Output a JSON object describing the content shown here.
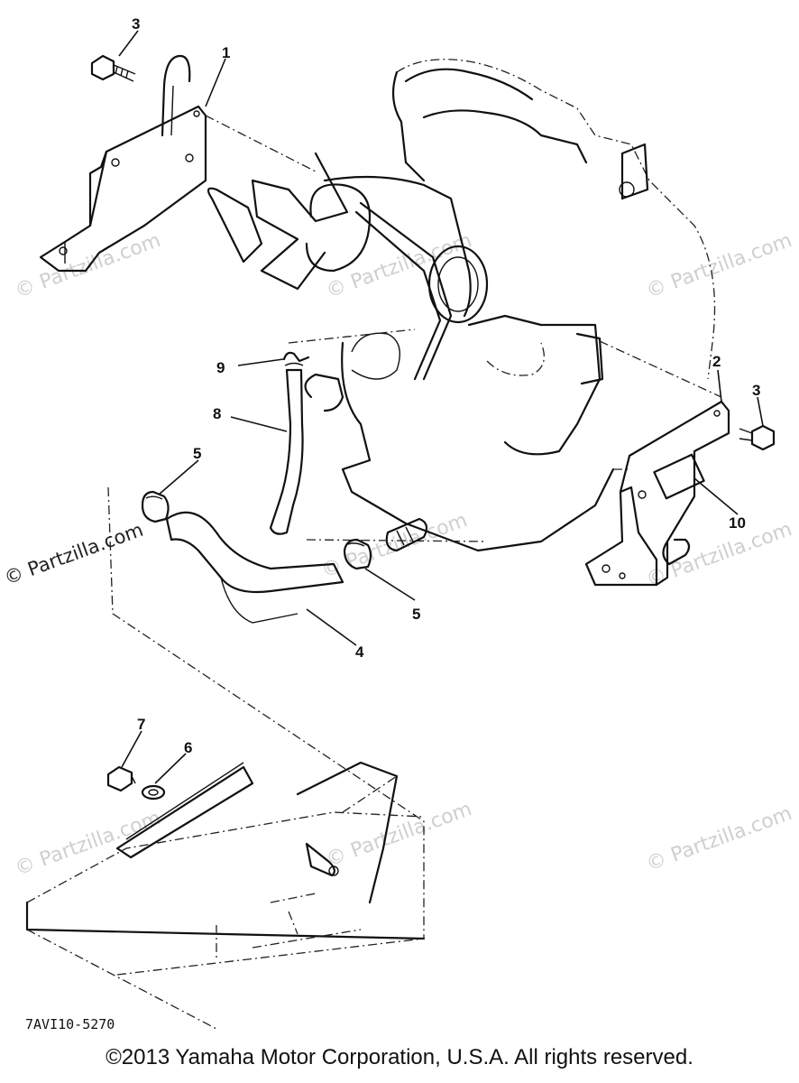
{
  "callouts": {
    "c1": "1",
    "c2": "2",
    "c3a": "3",
    "c3b": "3",
    "c4": "4",
    "c5a": "5",
    "c5b": "5",
    "c6": "6",
    "c7": "7",
    "c8": "8",
    "c9": "9",
    "c10": "10"
  },
  "diagram_code": "7AVI10-5270",
  "watermarks": {
    "text": "© Partzilla.com",
    "left_edge": "© Partzilla.com"
  },
  "copyright": "©2013 Yamaha Motor Corporation, U.S.A. All rights reserved."
}
